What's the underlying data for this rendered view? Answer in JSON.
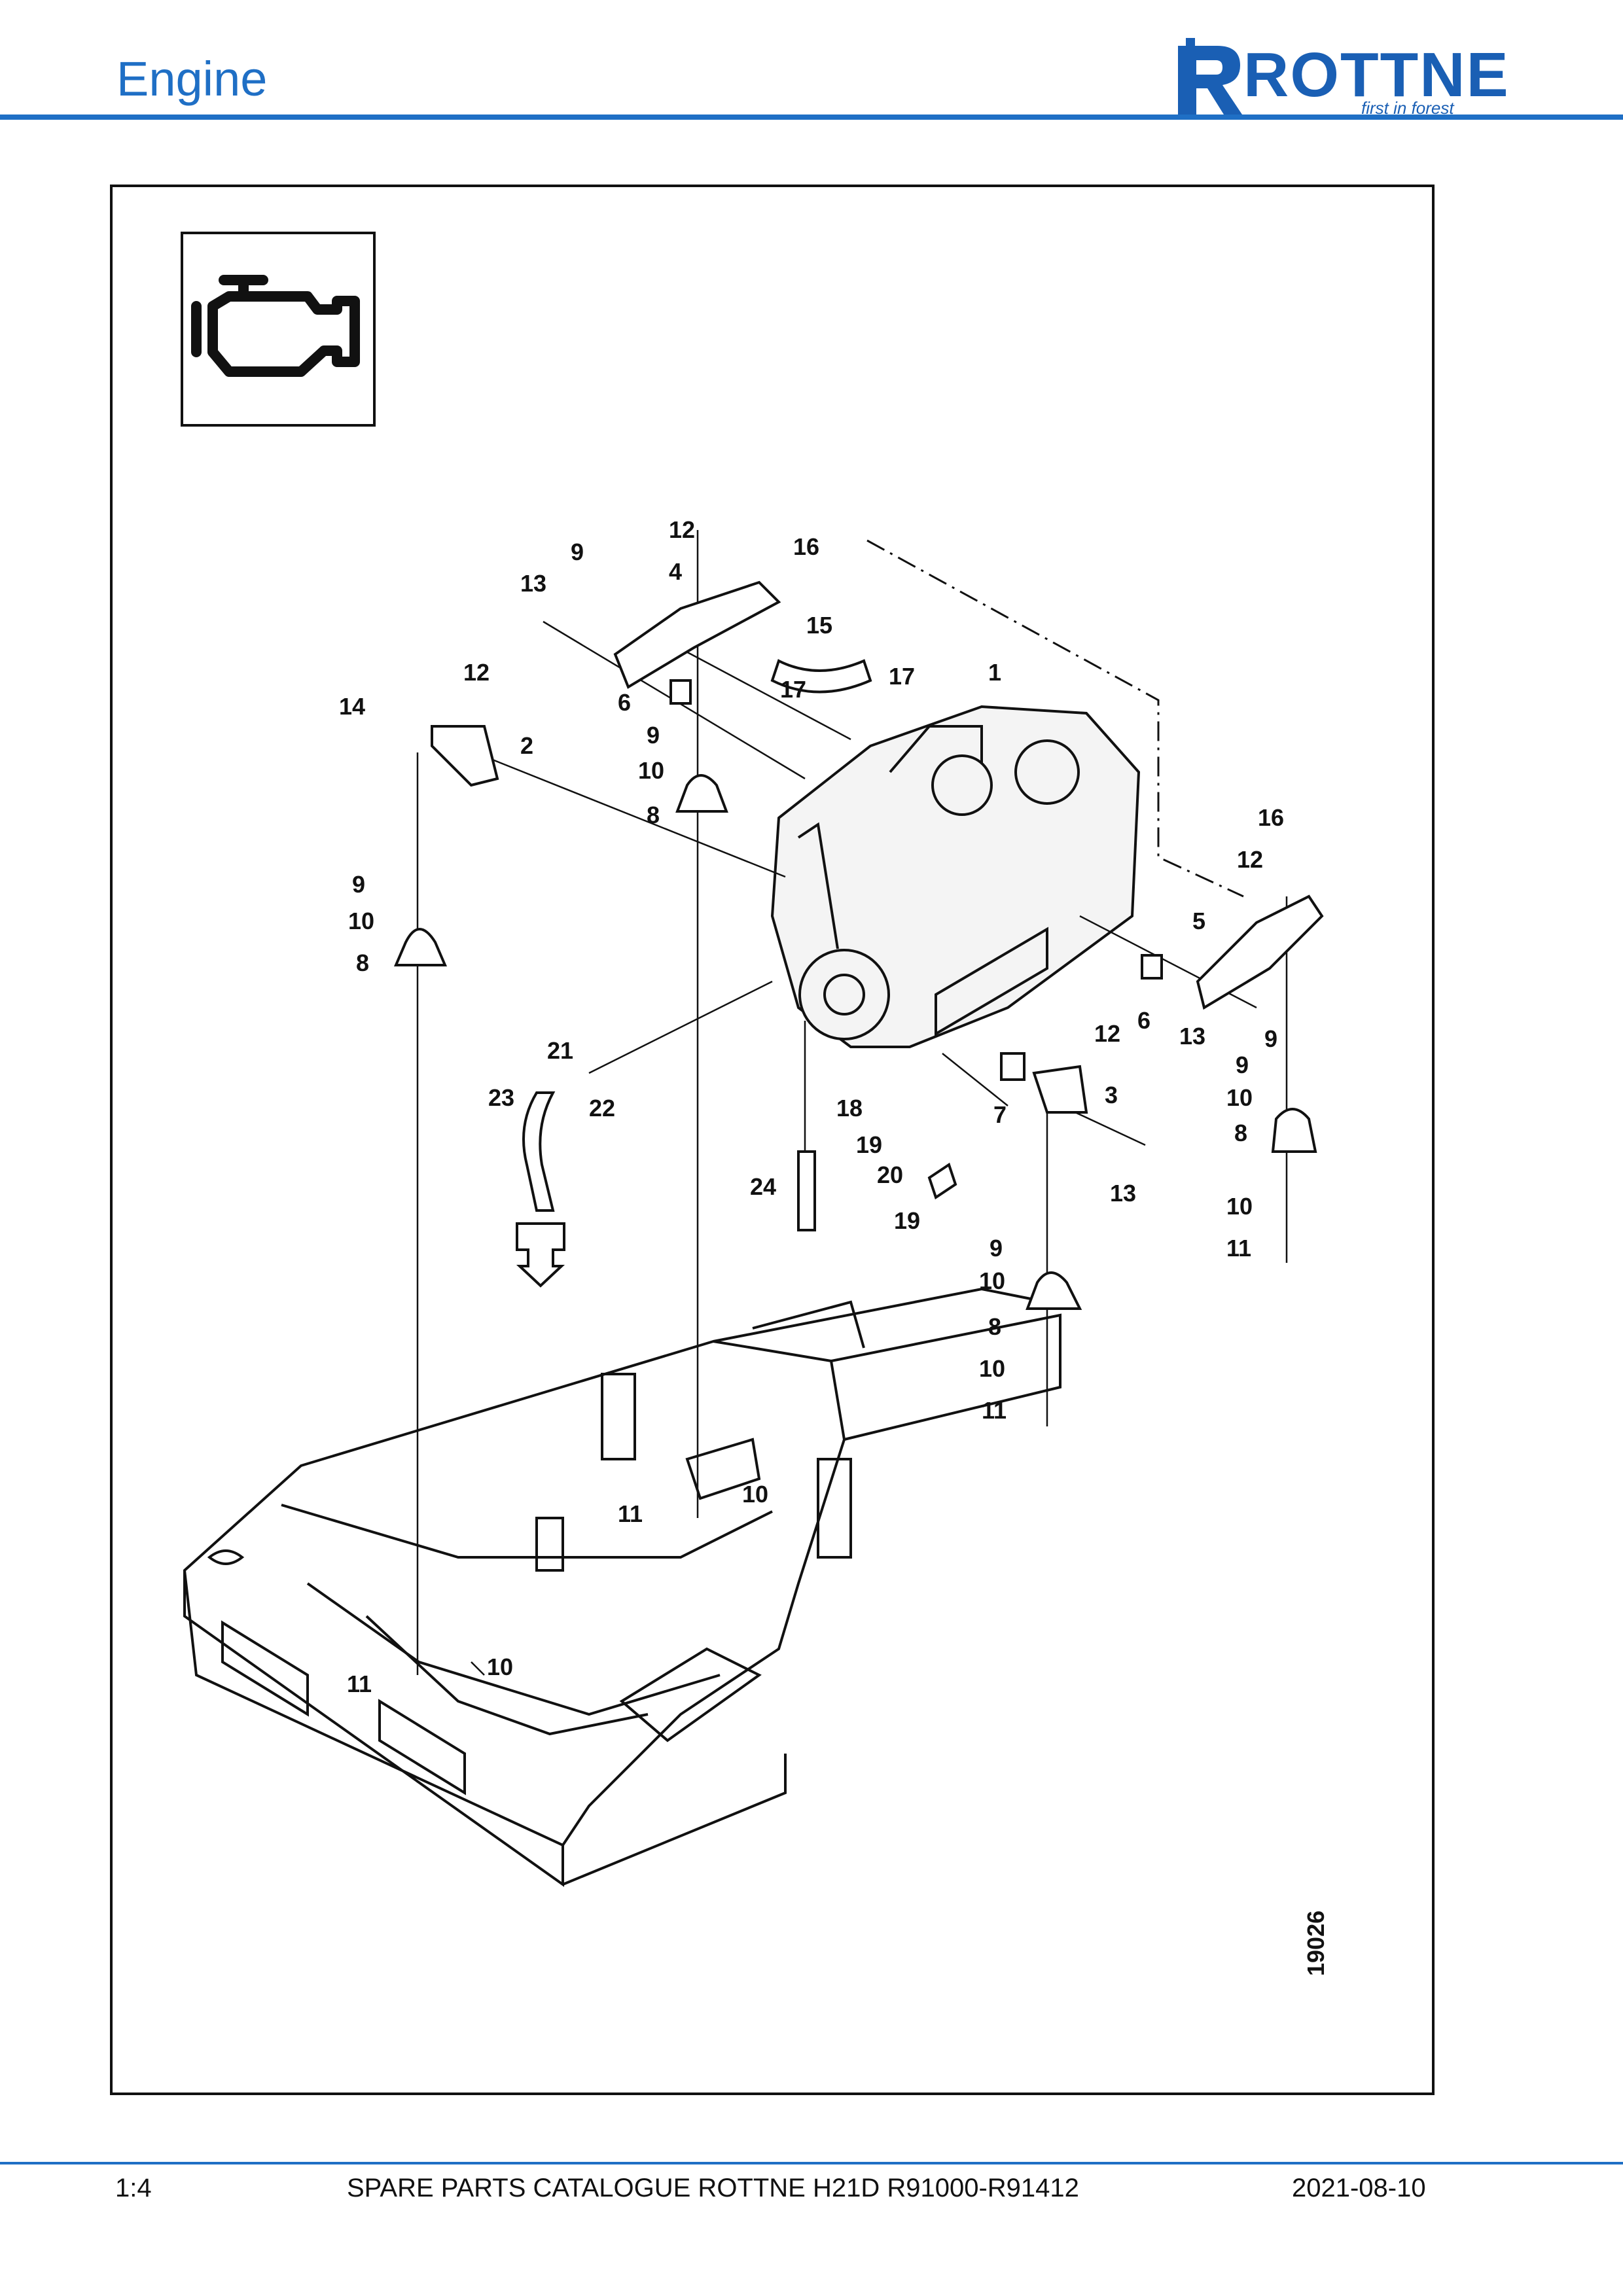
{
  "header": {
    "title": "Engine",
    "brand": "ROTTNE",
    "tagline": "first in forest"
  },
  "diagram": {
    "drawing_number": "19026",
    "callouts": [
      "1",
      "2",
      "3",
      "4",
      "5",
      "6",
      "6",
      "7",
      "8",
      "8",
      "8",
      "8",
      "9",
      "9",
      "9",
      "9",
      "9",
      "9",
      "10",
      "10",
      "10",
      "10",
      "10",
      "10",
      "10",
      "10",
      "11",
      "11",
      "11",
      "11",
      "12",
      "12",
      "12",
      "12",
      "13",
      "13",
      "13",
      "14",
      "15",
      "16",
      "16",
      "17",
      "17",
      "18",
      "19",
      "19",
      "20",
      "21",
      "22",
      "23",
      "24"
    ]
  },
  "footer": {
    "page": "1:4",
    "catalogue": "SPARE PARTS CATALOGUE ROTTNE H21D R91000-R91412",
    "date": "2021-08-10"
  },
  "colors": {
    "accent": "#1f6fc5",
    "logo": "#1a5fb4"
  }
}
